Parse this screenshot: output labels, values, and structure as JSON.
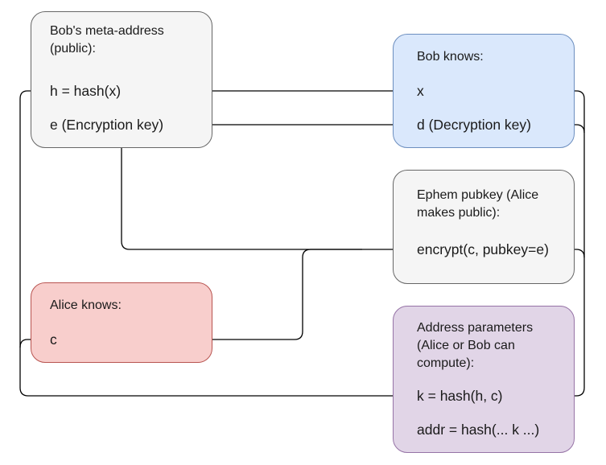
{
  "colors": {
    "meta_fill": "#f5f5f5",
    "meta_stroke": "#666666",
    "bob_fill": "#dae8fc",
    "bob_stroke": "#6c8ebf",
    "ephem_fill": "#f5f5f5",
    "ephem_stroke": "#666666",
    "alice_fill": "#f8cecc",
    "alice_stroke": "#b85450",
    "addr_fill": "#e1d5e7",
    "addr_stroke": "#9673a6",
    "wire": "#000000"
  },
  "meta": {
    "title": "Bob's meta-address\n(public):",
    "h_row": "h = hash(x)",
    "e_row": "e (Encryption key)"
  },
  "bob": {
    "title": "Bob knows:",
    "x_row": "x",
    "d_row": "d (Decryption key)"
  },
  "ephem": {
    "title": "Ephem pubkey (Alice\nmakes public):",
    "encrypt_row": "encrypt(c, pubkey=e)"
  },
  "alice": {
    "title": "Alice knows:",
    "c_row": "c"
  },
  "addr": {
    "title": "Address parameters\n(Alice or Bob can\ncompute):",
    "k_row": "k = hash(h, c)",
    "addr_row": "addr = hash(... k ...)"
  }
}
